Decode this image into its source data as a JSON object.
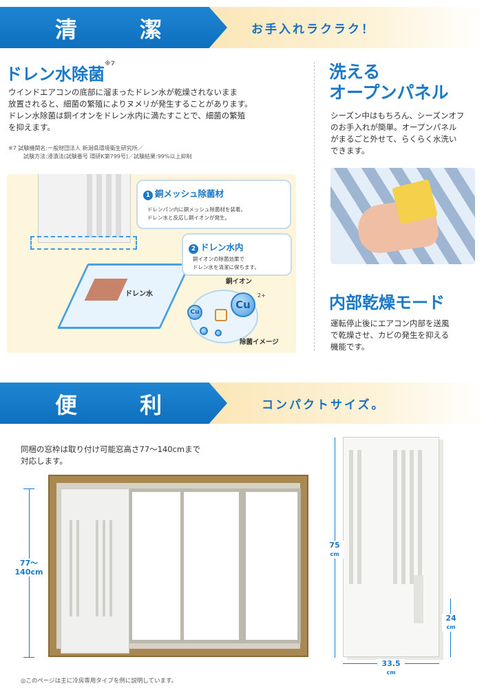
{
  "section1": {
    "title": "清 潔",
    "subtitle": "お手入れラクラク！",
    "drain": {
      "heading": "ドレン水除菌",
      "note_mark": "※7",
      "body": [
        "ウインドエアコンの底部に溜まったドレン水が乾燥されないまま",
        "放置されると、細菌の繁殖によりヌメリが発生することがあります。",
        "ドレン水除菌は銅イオンをドレン水内に満たすことで、細菌の繁殖",
        "を抑えます。"
      ],
      "footnote": [
        "※7 試験機関名:一般財団法人 新潟県環境衛生研究所／",
        "試験方法:浸漬法(試験番号 環研K第799号)／試験結果:99%以上抑制"
      ],
      "callout1_num": "1",
      "callout1_title": "銅メッシュ除菌材",
      "callout1_body": [
        "ドレンパン内に銅メッシュ除菌材を装着。",
        "ドレン水と反応し銅イオンが発生。"
      ],
      "callout2_num": "2",
      "callout2_title": "ドレン水内",
      "callout2_body": [
        "銅イオンの除菌効果で",
        "ドレン水を清潔に保ちます。"
      ],
      "tray_label": "ドレン水",
      "ion_label": "銅イオン",
      "ion_symbol": "Cu",
      "ion_charge": "2+",
      "image_caption": "除菌イメージ"
    },
    "panel": {
      "heading_line1": "洗える",
      "heading_line2": "オープンパネル",
      "body": [
        "シーズン中はもちろん、シーズンオフ",
        "のお手入れが簡単。オープンパネル",
        "がまるごと外せて、らくらく水洗い",
        "できます。"
      ]
    },
    "dry": {
      "heading": "内部乾燥モード",
      "body": [
        "運転停止後にエアコン内部を送風",
        "で乾燥させ、カビの発生を抑える",
        "機能です。"
      ]
    }
  },
  "section2": {
    "title": "便 利",
    "subtitle": "コンパクトサイズ。",
    "body": [
      "同梱の窓枠は取り付け可能窓高さ77～140cmまで",
      "対応します。"
    ],
    "window_height_label": [
      "77～",
      "140cm"
    ],
    "height_label": [
      "75",
      "cm"
    ],
    "depth_label": [
      "24",
      "cm"
    ],
    "width_label": [
      "33.5",
      "cm"
    ],
    "footnote": "◎このページは主に冷房専用タイプを例に説明しています。"
  },
  "colors": {
    "brand_blue": "#1a78c8",
    "cream": "#fbe6b6"
  }
}
